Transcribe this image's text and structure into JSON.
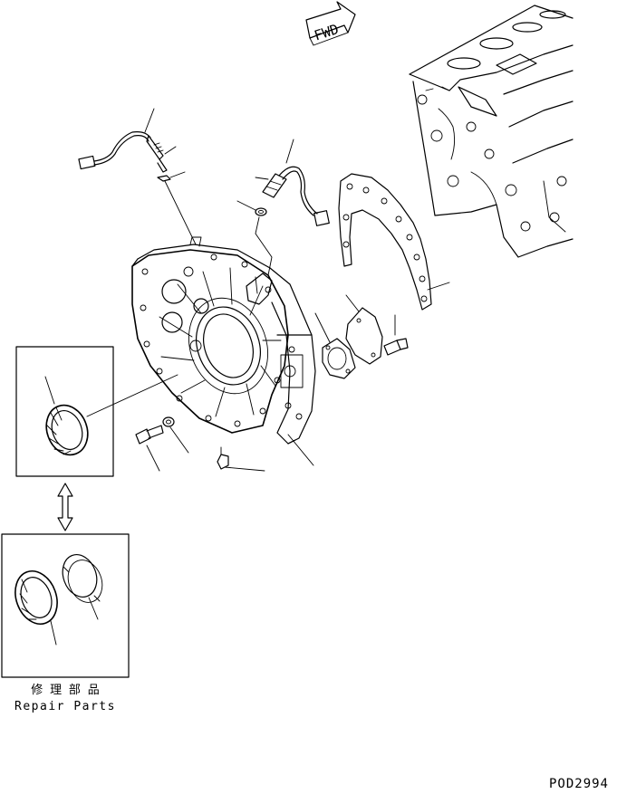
{
  "fwd_arrow_label": "FWD",
  "repair_parts_label_jp": "修 理 部 品",
  "repair_parts_label_en": "Repair Parts",
  "figure_code": "POD2994"
}
